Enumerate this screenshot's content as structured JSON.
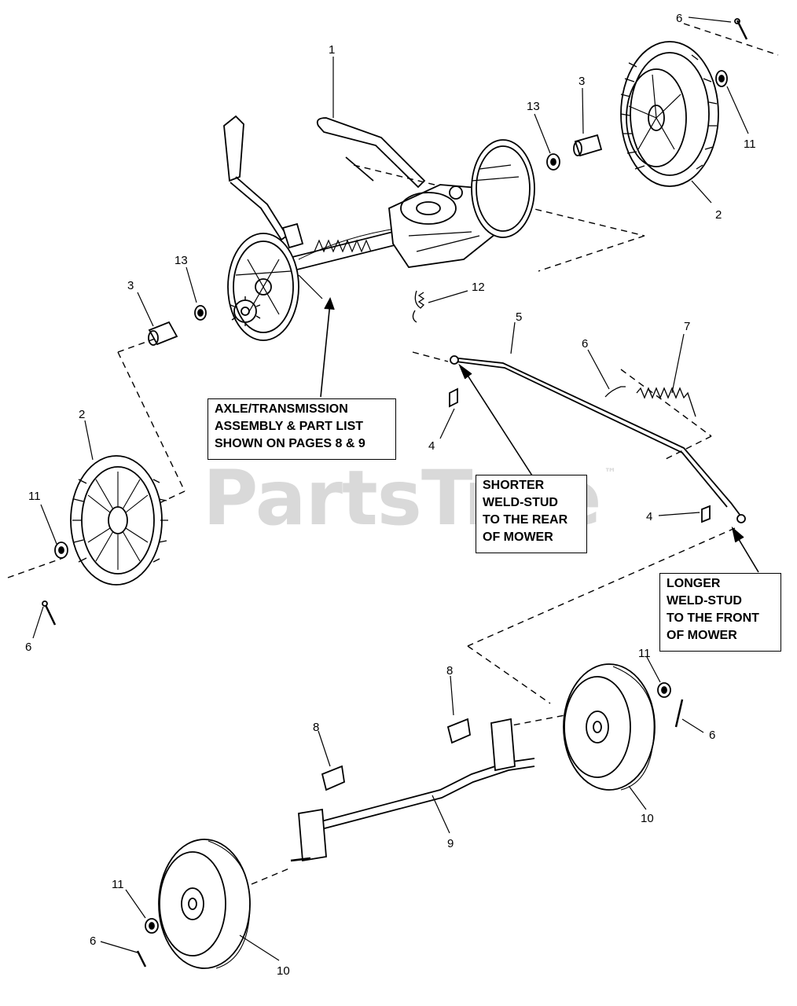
{
  "watermark": {
    "text": "PartsTree",
    "mark": "™"
  },
  "notes": {
    "axle_transmission": [
      "AXLE/TRANSMISSION",
      "ASSEMBLY & PART LIST",
      "SHOWN ON PAGES 8 & 9"
    ],
    "shorter_weld_stud": [
      "SHORTER",
      "WELD-STUD",
      "TO THE REAR",
      "OF MOWER"
    ],
    "longer_weld_stud": [
      "LONGER",
      "WELD-STUD",
      "TO THE FRONT",
      "OF MOWER"
    ]
  },
  "callouts": {
    "c1": "1",
    "c2_right": "2",
    "c3_right": "3",
    "c6_top": "6",
    "c11_top": "11",
    "c13_right": "13",
    "c12": "12",
    "c13_left": "13",
    "c3_left": "3",
    "c5": "5",
    "c6_mid": "6",
    "c7": "7",
    "c4_left": "4",
    "c2_left": "2",
    "c11_left": "11",
    "c6_left": "6",
    "c4_right": "4",
    "c8_right": "8",
    "c11_right": "11",
    "c6_right": "6",
    "c10_right": "10",
    "c8_left": "8",
    "c9": "9",
    "c11_bottom": "11",
    "c6_bottom": "6",
    "c10_bottom": "10"
  }
}
